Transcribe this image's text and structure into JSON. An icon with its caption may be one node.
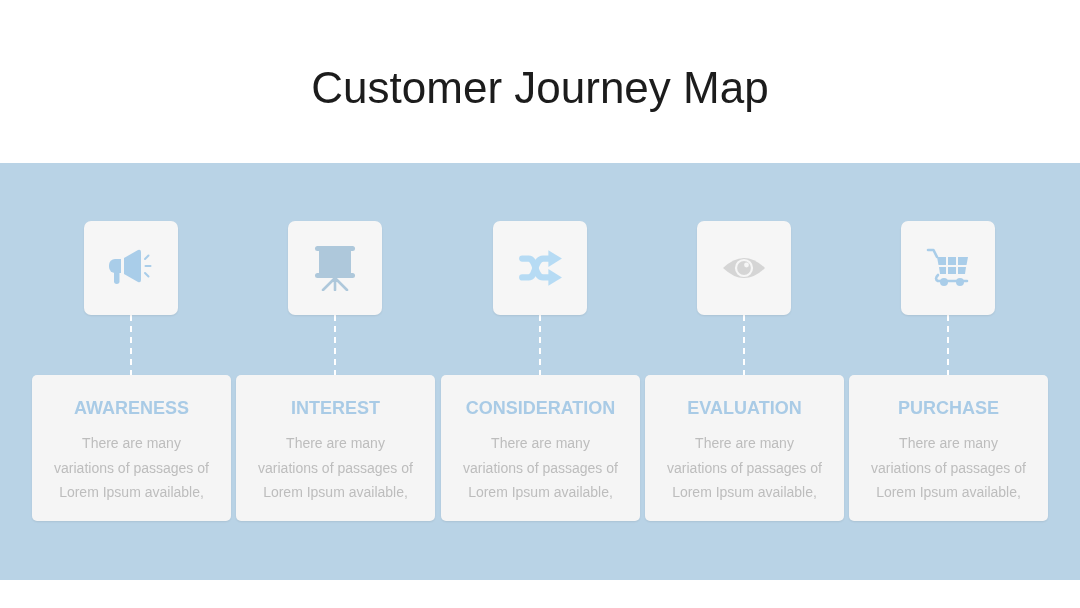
{
  "diagram": {
    "title": "Customer Journey Map",
    "nodes": [
      {
        "text": [],
        "shape": "box"
      },
      {
        "text": [],
        "shape": "box"
      },
      {
        "text": [],
        "shape": "box"
      },
      {
        "text": [],
        "shape": "box"
      },
      {
        "text": [],
        "shape": "box"
      },
      {
        "text": [
          "AWARENESS",
          "There are many variations of passages of Lorem Ipsum available,"
        ]
      },
      {
        "text": [
          "INTEREST",
          "There are many variations of passages of Lorem Ipsum available,"
        ]
      },
      {
        "text": [
          "CONSIDERATION",
          "There are many variations of passages of Lorem Ipsum available,"
        ]
      },
      {
        "text": [
          "EVALUATION",
          "There are many variations of passages of Lorem Ipsum available,"
        ]
      },
      {
        "text": [
          "PURCHASE",
          "There are many variations of passages of Lorem Ipsum available,"
        ]
      }
    ],
    "edges": [
      {
        "from": 0,
        "to": 5,
        "arrow": "none",
        "style": "dashed"
      },
      {
        "from": 1,
        "to": 6,
        "arrow": "none",
        "style": "dashed"
      },
      {
        "from": 2,
        "to": 7,
        "arrow": "none",
        "style": "dashed"
      },
      {
        "from": 3,
        "to": 8,
        "arrow": "none",
        "style": "dashed"
      },
      {
        "from": 4,
        "to": 9,
        "arrow": "none",
        "style": "dashed"
      }
    ]
  }
}
